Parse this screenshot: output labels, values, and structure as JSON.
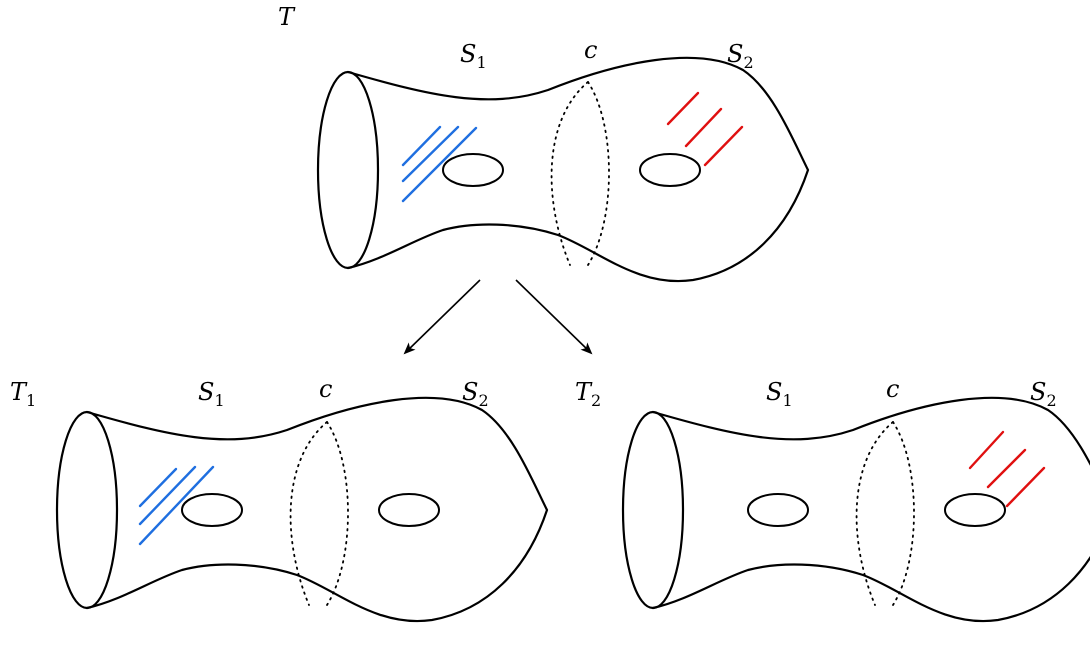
{
  "colors": {
    "blue": "#1f6fe0",
    "red": "#e01010",
    "stroke": "#000000"
  },
  "top": {
    "label": "T",
    "s1": {
      "base": "S",
      "sub": "1"
    },
    "c": "c",
    "s2": {
      "base": "S",
      "sub": "2"
    }
  },
  "left": {
    "label": {
      "base": "T",
      "sub": "1"
    },
    "s1": {
      "base": "S",
      "sub": "1"
    },
    "c": "c",
    "s2": {
      "base": "S",
      "sub": "2"
    }
  },
  "right": {
    "label": {
      "base": "T",
      "sub": "2"
    },
    "s1": {
      "base": "S",
      "sub": "1"
    },
    "c": "c",
    "s2": {
      "base": "S",
      "sub": "2"
    }
  }
}
